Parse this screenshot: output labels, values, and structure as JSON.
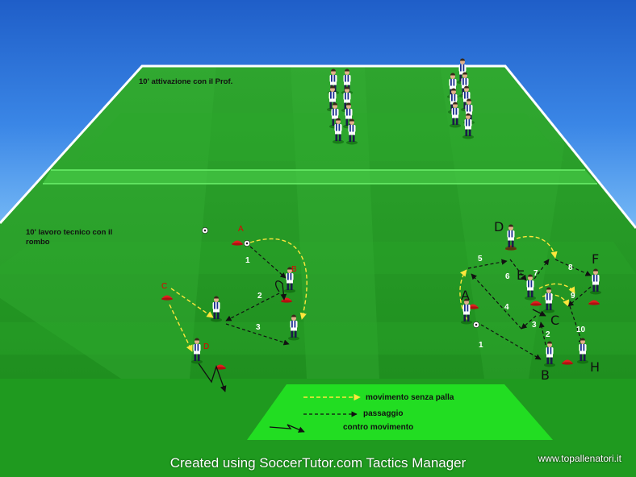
{
  "sections": {
    "warmup_label": "10' attivazione con il Prof.",
    "technical_label_line1": "10' lavoro tecnico con il",
    "technical_label_line2": "rombo"
  },
  "drill_left": {
    "cone_labels": [
      "A",
      "B",
      "C",
      "D"
    ],
    "step_numbers": [
      "1",
      "2",
      "3"
    ]
  },
  "drill_right": {
    "cone_labels": [
      "A",
      "B",
      "C",
      "D",
      "E",
      "F",
      "H"
    ],
    "step_numbers": [
      "1",
      "2",
      "3",
      "4",
      "5",
      "6",
      "7",
      "8",
      "9",
      "10"
    ]
  },
  "legend": {
    "dribble_label": "movimento senza palla",
    "pass_label": "passaggio",
    "counter_label": "contro movimento"
  },
  "footer": {
    "credit": "Created using SoccerTutor.com Tactics Manager",
    "website": "www.topallenatori.it"
  },
  "colors": {
    "pitch_dark": "#22a022",
    "pitch_light": "#35b535",
    "lines": "#ffffff",
    "move_arrow": "#ffe63c",
    "pass_arrow": "#111111",
    "cone": "#e02020",
    "cone_label_left": "#e00000",
    "cone_label_right": "#111111",
    "legend_bg": "#22dd22",
    "player_shirt": "#1a2f8f"
  }
}
